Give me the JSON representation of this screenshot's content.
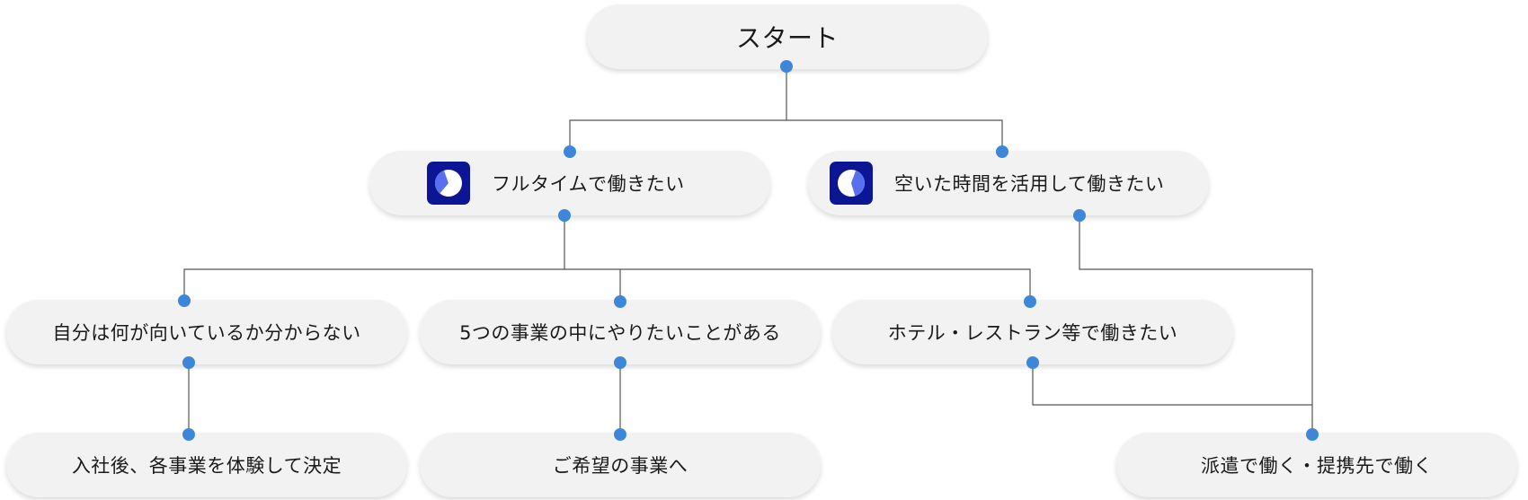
{
  "colors": {
    "node_fill": "#f2f2f2",
    "connector_dot": "#3d86d8",
    "line": "#555555",
    "icon_background": "#0c1694",
    "icon_slice": "#5a6ff0"
  },
  "nodes": {
    "start": {
      "label": "スタート"
    },
    "fulltime": {
      "label": "フルタイムで働きたい",
      "icon": "clock-pie-icon"
    },
    "spare_time": {
      "label": "空いた時間を活用して働きたい",
      "icon": "clock-pie-icon"
    },
    "undecided": {
      "label": "自分は何が向いているか分からない"
    },
    "has_preference": {
      "label": "5つの事業の中にやりたいことがある"
    },
    "hotel_restaurant": {
      "label": "ホテル・レストラン等で働きたい"
    },
    "experience_then_decide": {
      "label": "入社後、各事業を体験して決定"
    },
    "preferred_business": {
      "label": "ご希望の事業へ"
    },
    "dispatch_partner": {
      "label": "派遣で働く・提携先で働く"
    }
  }
}
